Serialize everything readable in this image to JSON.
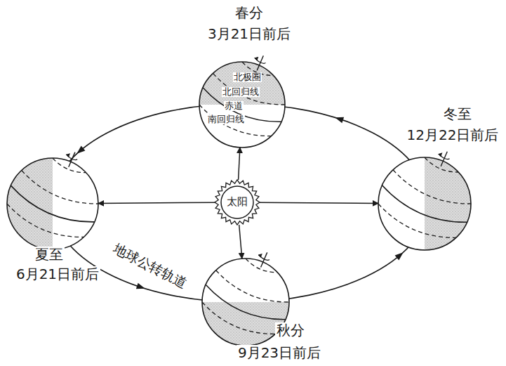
{
  "diagram": {
    "nodes": [
      {
        "text": [
          "春分",
          "3月21日前后"
        ]
      },
      {
        "text": [
          "冬至",
          "12月22日前后"
        ]
      },
      {
        "text": [
          "太阳"
        ]
      },
      {
        "text": [
          "夏至",
          "6月21日前后"
        ]
      },
      {
        "text": [
          "秋分",
          "9月23日前后"
        ]
      }
    ],
    "edges": [
      {
        "from": 2,
        "to": 0,
        "arrow": "to"
      },
      {
        "from": 2,
        "to": 1,
        "arrow": "to"
      },
      {
        "from": 2,
        "to": 3,
        "arrow": "to"
      },
      {
        "from": 2,
        "to": 4,
        "arrow": "to"
      }
    ],
    "labels": [
      "北极圈",
      "北回归线",
      "赤道",
      "南回归线",
      "地球公转轨道"
    ]
  }
}
